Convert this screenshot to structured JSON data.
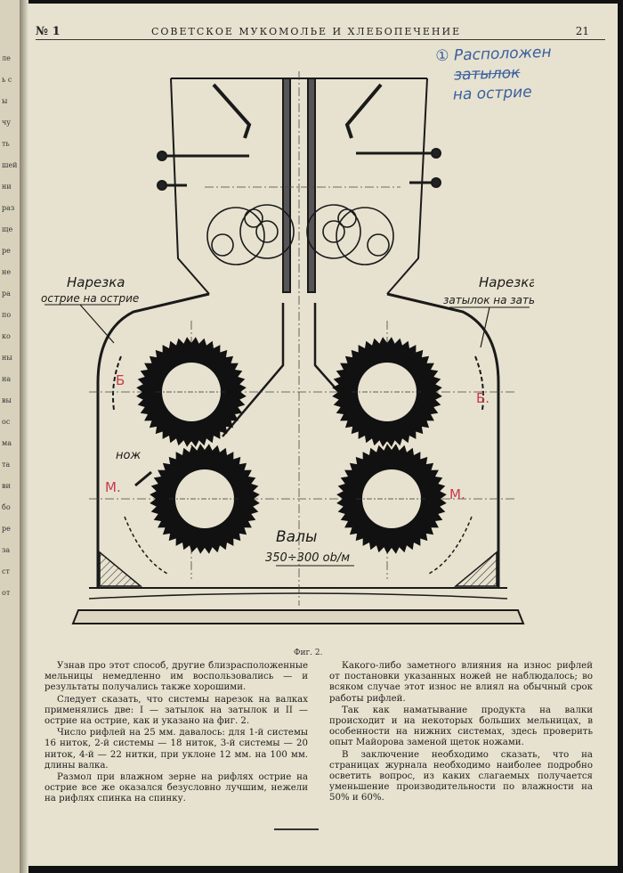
{
  "header": {
    "issue": "№ 1",
    "journal": "СОВЕТСКОЕ МУКОМОЛЬЕ И ХЛЕБОПЕЧЕНИЕ",
    "page_number": "21"
  },
  "handwritten_note": {
    "line1": "① Расположен",
    "line2": "затылок",
    "line3": "на острие"
  },
  "figure": {
    "label_left_title": "Нарезка",
    "label_left_sub": "острие на острие",
    "label_right_title": "Нарезка",
    "label_right_sub": "затылок на затылок",
    "label_knife": "нож",
    "label_rolls": "Валы",
    "label_speed": "350÷300 ob/м",
    "mark_b_left": "Б",
    "mark_b_right": "Б.",
    "mark_m_left": "М.",
    "mark_m_right": "М.",
    "caption": "Фиг. 2."
  },
  "left_column": [
    "Узнав про этот способ, другие близрасположенные мельницы немедленно им воспользовались — и результаты получались также хорошими.",
    "Следует сказать, что системы нарезок на валках применялись две: I — затылок на затылок и II — острие на острие, как и указано на фиг. 2.",
    "Число рифлей на 25 мм. давалось: для 1-й системы 16 ниток, 2-й системы — 18 ниток, 3-й системы — 20 ниток, 4-й — 22 нитки, при уклоне 12 мм. на 100 мм. длины валка.",
    "Размол при влажном зерне на рифлях острие на острие все же оказался безусловно лучшим, нежели на рифлях спинка на спинку."
  ],
  "right_column": [
    "Какого-либо заметного влияния на износ рифлей от постановки указанных ножей не наблюдалось; во всяком случае этот износ не влиял на обычный срок работы рифлей.",
    "Так как наматывание продукта на валки происходит и на некоторых больших мельницах, в особенности на нижних системах, здесь проверить опыт Майорова заменой щеток ножами.",
    "В заключение необходимо сказать, что на страницах журнала необходимо наиболее подробно осветить вопрос, из каких слагаемых получается уменьшение производительности по влажности на 50% и 60%."
  ],
  "prev_page_fragments": [
    "ле",
    "ь с",
    "ы",
    "чу",
    "ть",
    "шей",
    "ни",
    "раз",
    "ще",
    "ре",
    "не",
    "ра",
    "по",
    "ко",
    "ны",
    "на",
    "вы",
    "ос",
    "ма",
    "та",
    "ви",
    "бо",
    "ре",
    "за",
    "ст",
    "от"
  ]
}
